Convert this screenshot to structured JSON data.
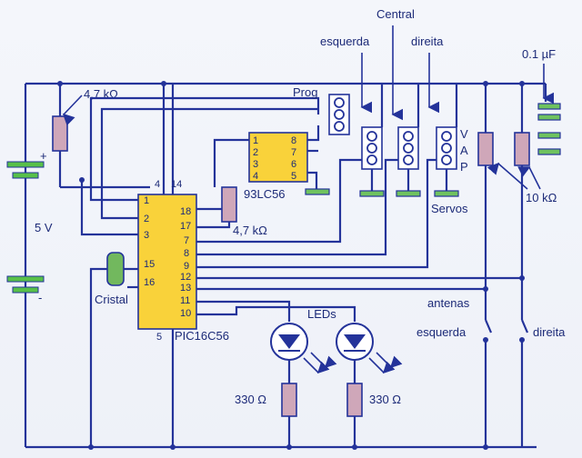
{
  "labels": {
    "voltage": "5 V",
    "plus": "+",
    "minus": "-",
    "res_top_left": "4,7 kΩ",
    "res_mid": "4,7 kΩ",
    "res_right": "10 kΩ",
    "res_led": "330 Ω",
    "cap": "0.1 µF",
    "prog": "Prog",
    "esquerda_top": "esquerda",
    "central": "Central",
    "direita_top": "direita",
    "vap_v": "V",
    "vap_a": "A",
    "vap_p": "P",
    "servos": "Servos",
    "eeprom": "93LC56",
    "mcu": "PIC16C56",
    "cristal": "Cristal",
    "leds": "LEDs",
    "antenas": "antenas",
    "esquerda_bottom": "esquerda",
    "direita_bottom": "direita"
  },
  "mcu_pins": {
    "p4": "4",
    "p14": "14",
    "p1": "1",
    "p2": "2",
    "p3": "3",
    "p15": "15",
    "p16": "16",
    "p18": "18",
    "p17": "17",
    "p7": "7",
    "p8": "8",
    "p9": "9",
    "p12": "12",
    "p13": "13",
    "p11": "11",
    "p10": "10",
    "p5": "5"
  },
  "eeprom_pins": {
    "l1": "1",
    "l2": "2",
    "l3": "3",
    "l4": "4",
    "r8": "8",
    "r7": "7",
    "r6": "6",
    "r5": "5"
  },
  "colors": {
    "wire": "#24339a",
    "chip": "#f9d23a",
    "resistor": "#cfa7b9",
    "pad": "#6fc25f"
  }
}
